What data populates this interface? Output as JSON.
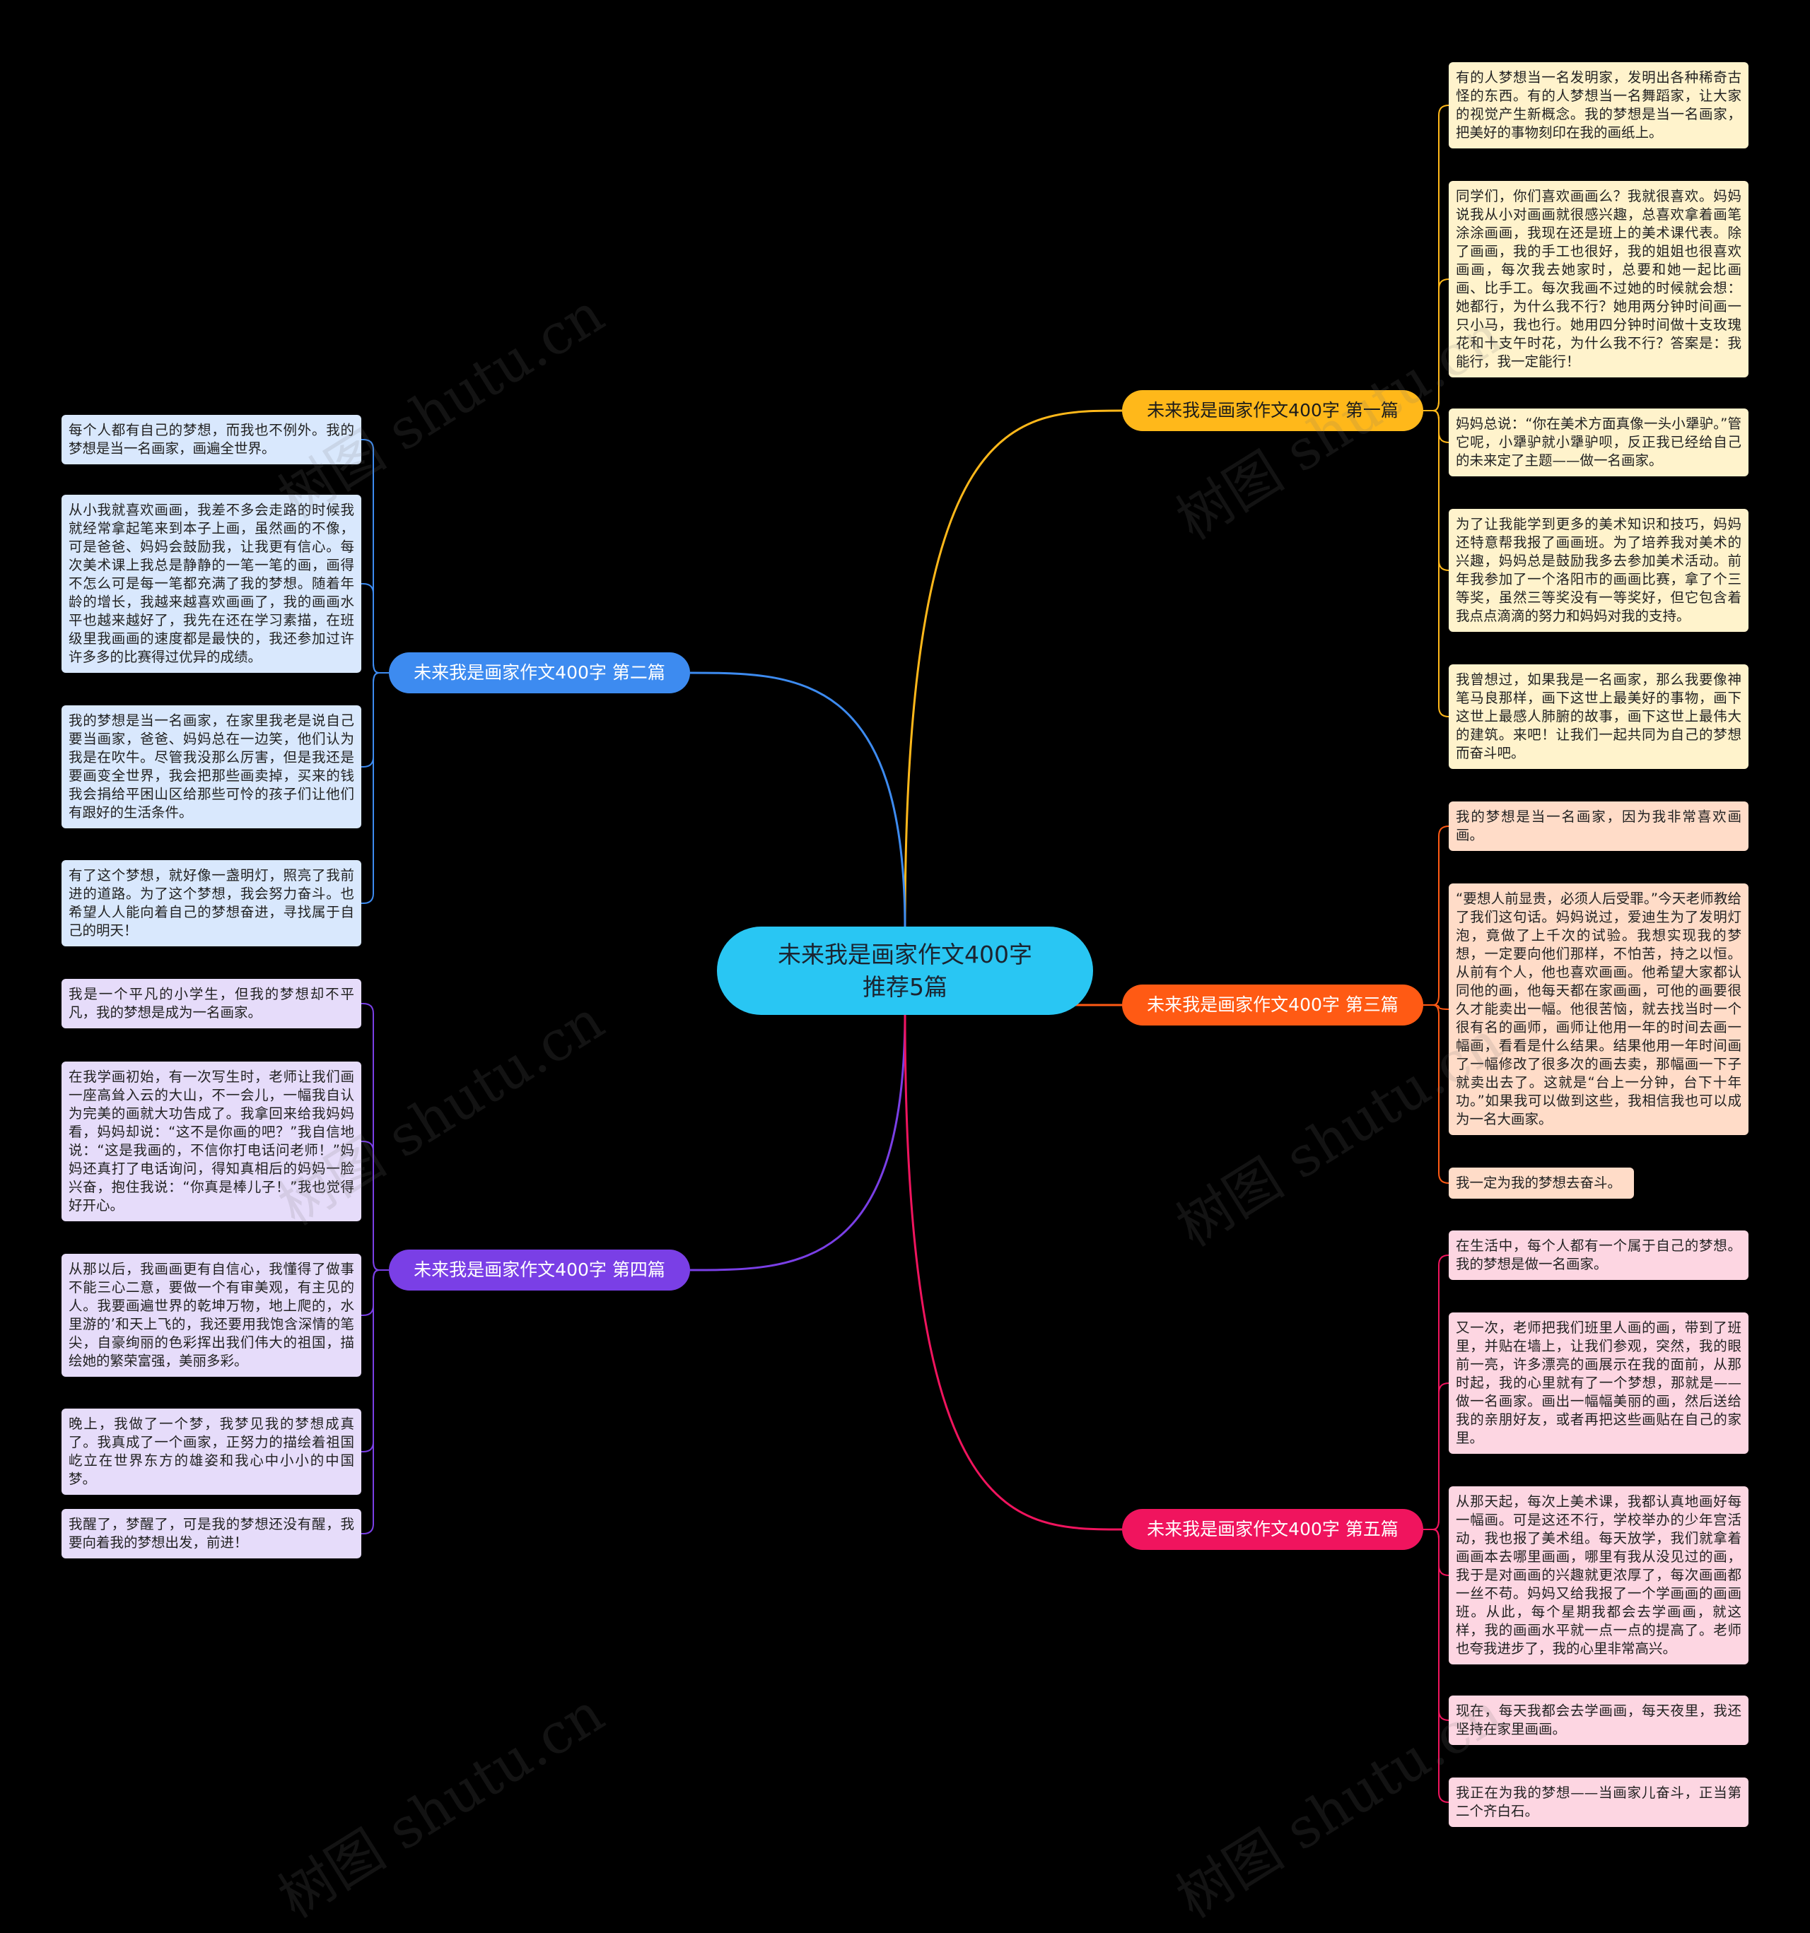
{
  "root": {
    "line1": "未来我是画家作文400字",
    "line2": "推荐5篇"
  },
  "branches": [
    {
      "label": "未来我是画家作文400字 第一篇",
      "color": "#ffb81a",
      "leaves": [
        "有的人梦想当一名发明家，发明出各种稀奇古怪的东西。有的人梦想当一名舞蹈家，让大家的视觉产生新概念。我的梦想是当一名画家，把美好的事物刻印在我的画纸上。",
        "同学们，你们喜欢画画么？我就很喜欢。妈妈说我从小对画画就很感兴趣，总喜欢拿着画笔涂涂画画，我现在还是班上的美术课代表。除了画画，我的手工也很好，我的姐姐也很喜欢画画，每次我去她家时，总要和她一起比画画、比手工。每次我画不过她的时候就会想：她都行，为什么我不行？她用两分钟时间画一只小马，我也行。她用四分钟时间做十支玫瑰花和十支午时花，为什么我不行？答案是：我能行，我一定能行！",
        "妈妈总说：“你在美术方面真像一头小犟驴。”管它呢，小犟驴就小犟驴呗，反正我已经给自己的未来定了主题——做一名画家。",
        "为了让我能学到更多的美术知识和技巧，妈妈还特意帮我报了画画班。为了培养我对美术的兴趣，妈妈总是鼓励我多去参加美术活动。前年我参加了一个洛阳市的画画比赛，拿了个三等奖，虽然三等奖没有一等奖好，但它包含着我点点滴滴的努力和妈妈对我的支持。",
        "我曾想过，如果我是一名画家，那么我要像神笔马良那样，画下这世上最美好的事物，画下这世上最感人肺腑的故事，画下这世上最伟大的建筑。来吧！让我们一起共同为自己的梦想而奋斗吧。"
      ]
    },
    {
      "label": "未来我是画家作文400字 第二篇",
      "color": "#3d8bf0",
      "leaves": [
        "每个人都有自己的梦想，而我也不例外。我的梦想是当一名画家，画遍全世界。",
        "从小我就喜欢画画，我差不多会走路的时候我就经常拿起笔来到本子上画，虽然画的不像，可是爸爸、妈妈会鼓励我，让我更有信心。每次美术课上我总是静静的一笔一笔的画，画得不怎么可是每一笔都充满了我的梦想。随着年龄的增长，我越来越喜欢画画了，我的画画水平也越来越好了，我先在还在学习素描，在班级里我画画的速度都是最快的，我还参加过许许多多的比赛得过优异的成绩。",
        "我的梦想是当一名画家，在家里我老是说自己要当画家，爸爸、妈妈总在一边笑，他们认为我是在吹牛。尽管我没那么厉害，但是我还是要画变全世界，我会把那些画卖掉，买来的钱我会捐给平困山区给那些可怜的孩子们让他们有跟好的生活条件。",
        "有了这个梦想，就好像一盏明灯，照亮了我前进的道路。为了这个梦想，我会努力奋斗。也希望人人能向着自己的梦想奋进，寻找属于自己的明天！"
      ]
    },
    {
      "label": "未来我是画家作文400字 第三篇",
      "color": "#ff5a14",
      "leaves": [
        "我的梦想是当一名画家，因为我非常喜欢画画。",
        "“要想人前显贵，必须人后受罪。”今天老师教给了我们这句话。妈妈说过，爱迪生为了发明灯泡，竟做了上千次的试验。我想实现我的梦想，一定要向他们那样，不怕苦，持之以恒。从前有个人，他也喜欢画画。他希望大家都认同他的画，他每天都在家画画，可他的画要很久才能卖出一幅。他很苦恼，就去找当时一个很有名的画师，画师让他用一年的时间去画一幅画，看看是什么结果。结果他用一年时间画了一幅修改了很多次的画去卖，那幅画一下子就卖出去了。这就是“台上一分钟，台下十年功。”如果我可以做到这些，我相信我也可以成为一名大画家。",
        "我一定为我的梦想去奋斗。"
      ]
    },
    {
      "label": "未来我是画家作文400字 第四篇",
      "color": "#7a3fe6",
      "leaves": [
        "我是一个平凡的小学生，但我的梦想却不平凡，我的梦想是成为一名画家。",
        "在我学画初始，有一次写生时，老师让我们画一座高耸入云的大山，不一会儿，一幅我自认为完美的画就大功告成了。我拿回来给我妈妈看，妈妈却说：“这不是你画的吧？”我自信地说：“这是我画的，不信你打电话问老师！”妈妈还真打了电话询问，得知真相后的妈妈一脸兴奋，抱住我说：“你真是棒儿子！”我也觉得好开心。",
        "从那以后，我画画更有自信心，我懂得了做事不能三心二意，要做一个有审美观，有主见的人。我要画遍世界的乾坤万物，地上爬的，水里游的’和天上飞的，我还要用我饱含深情的笔尖，自豪绚丽的色彩挥出我们伟大的祖国，描绘她的繁荣富强，美丽多彩。",
        "晚上，我做了一个梦，我梦见我的梦想成真了。我真成了一个画家，正努力的描绘着祖国屹立在世界东方的雄姿和我心中小小的中国梦。",
        "我醒了，梦醒了，可是我的梦想还没有醒，我要向着我的梦想出发，前进！"
      ]
    },
    {
      "label": "未来我是画家作文400字 第五篇",
      "color": "#f0145e",
      "leaves": [
        "在生活中，每个人都有一个属于自己的梦想。我的梦想是做一名画家。",
        "又一次，老师把我们班里人画的画，带到了班里，并贴在墙上，让我们参观，突然，我的眼前一亮，许多漂亮的画展示在我的面前，从那时起，我的心里就有了一个梦想，那就是——做一名画家。画出一幅幅美丽的画，然后送给我的亲朋好友，或者再把这些画贴在自己的家里。",
        "从那天起，每次上美术课，我都认真地画好每一幅画。可是这还不行，学校举办的少年宫活动，我也报了美术组。每天放学，我们就拿着画画本去哪里画画，哪里有我从没见过的画，我于是对画画的兴趣就更浓厚了，每次画画都一丝不苟。妈妈又给我报了一个学画画的画画班。从此，每个星期我都会去学画画，就这样，我的画画水平就一点一点的提高了。老师也夸我进步了，我的心里非常高兴。",
        "现在，每天我都会去学画画，每天夜里，我还坚持在家里画画。",
        "我正在为我的梦想——当画家儿奋斗，正当第二个齐白石。"
      ]
    }
  ],
  "watermark": "树图 shutu.cn"
}
